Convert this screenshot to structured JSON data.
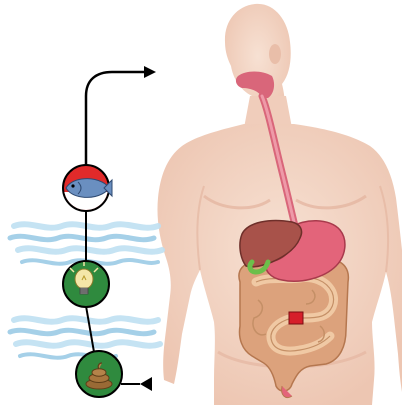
{
  "diagram": {
    "colors": {
      "background": "#ffffff",
      "skin": "#f2d5c4",
      "skin_shadow": "#e8bea8",
      "esophagus": "#e0788e",
      "mouth": "#d9667a",
      "liver": "#a8524a",
      "stomach": "#e3647a",
      "gallbladder": "#6cbf4a",
      "small_intestine": "#e8b98e",
      "large_intestine": "#dca27c",
      "pancreas_marker": "#d61f2a",
      "water": "#bfe0f2",
      "water_dark": "#9ccbe6",
      "chain_line": "#000000",
      "arrow": "#000000",
      "fish_circle": "#e12a2a",
      "bulb_circle": "#2f8a3e",
      "waste_circle": "#2f8a3e"
    },
    "icons": {
      "top_arrow": "arrow-right-icon",
      "fish": "fish-icon",
      "bulb": "lightbulb-icon",
      "waste": "poop-icon",
      "bottom_arrow": "arrow-left-icon"
    },
    "body_figure": "human-digestive-system",
    "organs": [
      "mouth",
      "esophagus",
      "liver",
      "stomach",
      "gallbladder",
      "small-intestine",
      "large-intestine",
      "pancreas"
    ]
  }
}
